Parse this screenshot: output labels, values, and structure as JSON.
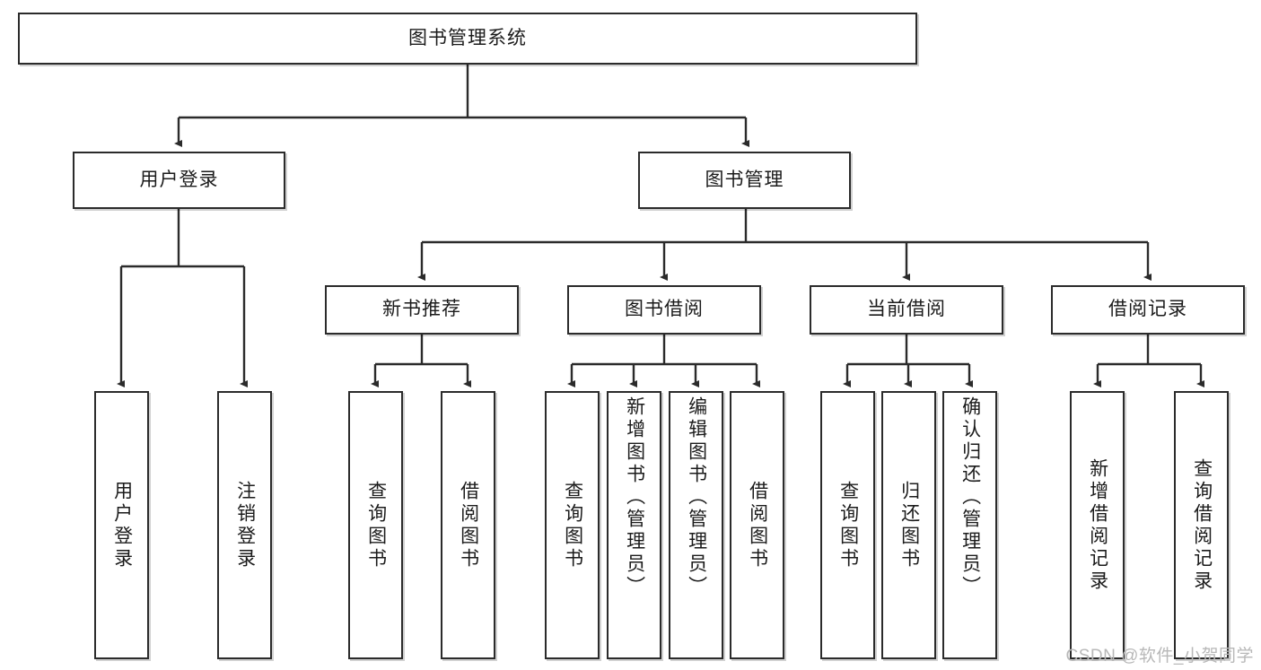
{
  "diagram": {
    "title": "图书管理系统",
    "watermark": "CSDN @软件_小贺同学",
    "accent_color": "#2b2b2b",
    "background_color": "#ffffff",
    "nodes": {
      "root": {
        "label": "图书管理系统"
      },
      "level2": [
        {
          "label": "用户登录"
        },
        {
          "label": "图书管理"
        }
      ],
      "level3": [
        {
          "label": "新书推荐"
        },
        {
          "label": "图书借阅"
        },
        {
          "label": "当前借阅"
        },
        {
          "label": "借阅记录"
        }
      ],
      "leaves": {
        "user_login": [
          {
            "label": "用户登录"
          },
          {
            "label": "注销登录"
          }
        ],
        "new_book": [
          {
            "label": "查询图书"
          },
          {
            "label": "借阅图书"
          }
        ],
        "book_borrow": [
          {
            "label": "查询图书"
          },
          {
            "label": "新增图书（管理员）"
          },
          {
            "label": "编辑图书（管理员）"
          },
          {
            "label": "借阅图书"
          }
        ],
        "current_borrow": [
          {
            "label": "查询图书"
          },
          {
            "label": "归还图书"
          },
          {
            "label": "确认归还（管理员）"
          }
        ],
        "borrow_record": [
          {
            "label": "新增借阅记录"
          },
          {
            "label": "查询借阅记录"
          }
        ]
      }
    }
  }
}
